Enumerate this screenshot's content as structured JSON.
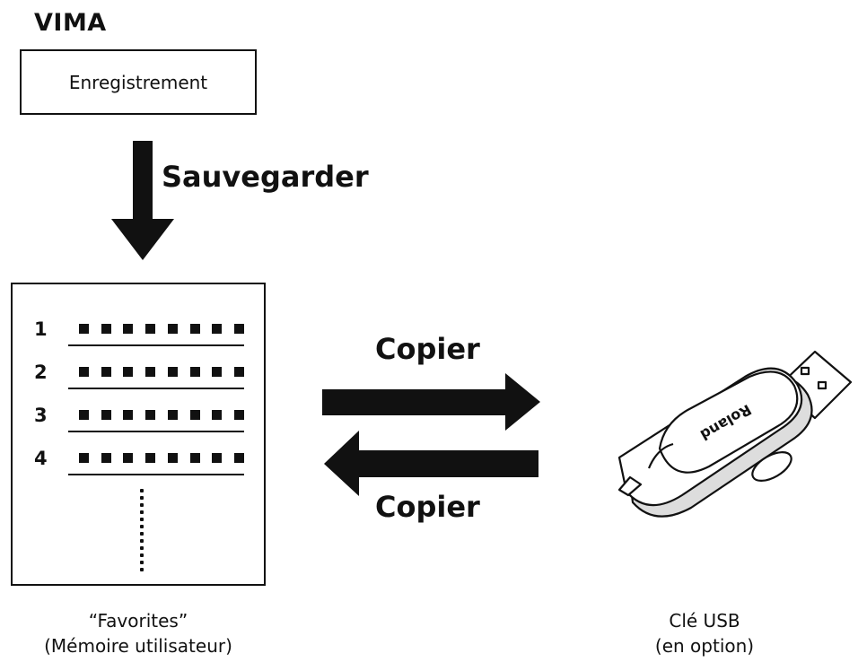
{
  "title": "VIMA",
  "record_box": {
    "label": "Enregistrement"
  },
  "save_arrow": {
    "label": "Sauvegarder"
  },
  "copy_arrows": {
    "to_usb_label": "Copier",
    "from_usb_label": "Copier"
  },
  "favorites": {
    "slots": [
      {
        "number": "1"
      },
      {
        "number": "2"
      },
      {
        "number": "3"
      },
      {
        "number": "4"
      }
    ],
    "caption_line1": "“Favorites”",
    "caption_line2": "(Mémoire utilisateur)"
  },
  "usb": {
    "brand": "Roland",
    "caption_line1": "Clé USB",
    "caption_line2": "(en option)"
  },
  "colors": {
    "ink": "#111111",
    "background": "#ffffff"
  }
}
